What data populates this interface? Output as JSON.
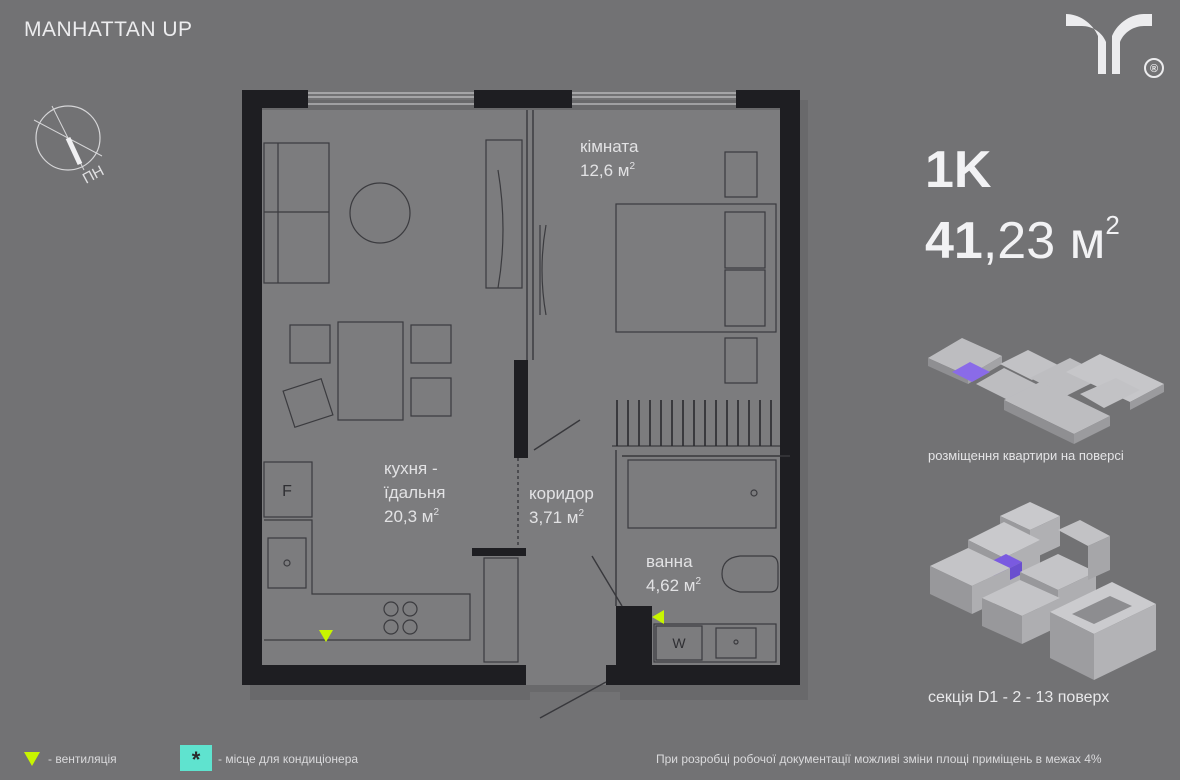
{
  "brand": "MANHATTAN UP",
  "logo_icon": "brand-y-logo-icon",
  "logo_registered": "®",
  "compass": {
    "label": "ПН",
    "icon": "compass-icon"
  },
  "unit": {
    "type": "1K",
    "area_int": "41",
    "area_dec": ",23 м",
    "area_sup": "2"
  },
  "rooms": {
    "living": {
      "name": "кімната",
      "area": "12,6 м",
      "sup": "2"
    },
    "kitchen": {
      "name_1": "кухня -",
      "name_2": "їдальня",
      "area": "20,3 м",
      "sup": "2"
    },
    "corridor": {
      "name": "коридор",
      "area": "3,71 м",
      "sup": "2"
    },
    "bath": {
      "name": "ванна",
      "area": "4,62 м",
      "sup": "2"
    }
  },
  "fixtures": {
    "fridge": "F",
    "washer": "W"
  },
  "keyplan": {
    "caption": "розміщення квартири на поверсі",
    "highlight_color": "#8a6be8"
  },
  "section": {
    "caption": "секція D1 - 2 - 13 поверх",
    "highlight_color": "#7a5ae0"
  },
  "legend": {
    "ventilation": "- вентиляція",
    "ventilation_color": "#c8f500",
    "ac_symbol": "*",
    "ac_color": "#5fe3cf",
    "ac": "- місце для кондиціонера"
  },
  "disclaimer": "При розробці робочої документації можливі зміни площі приміщень в межах 4%",
  "colors": {
    "background": "#727274",
    "wall": "#1e1e22",
    "floor": "#7c7c7e",
    "line": "#3b3b3f"
  }
}
